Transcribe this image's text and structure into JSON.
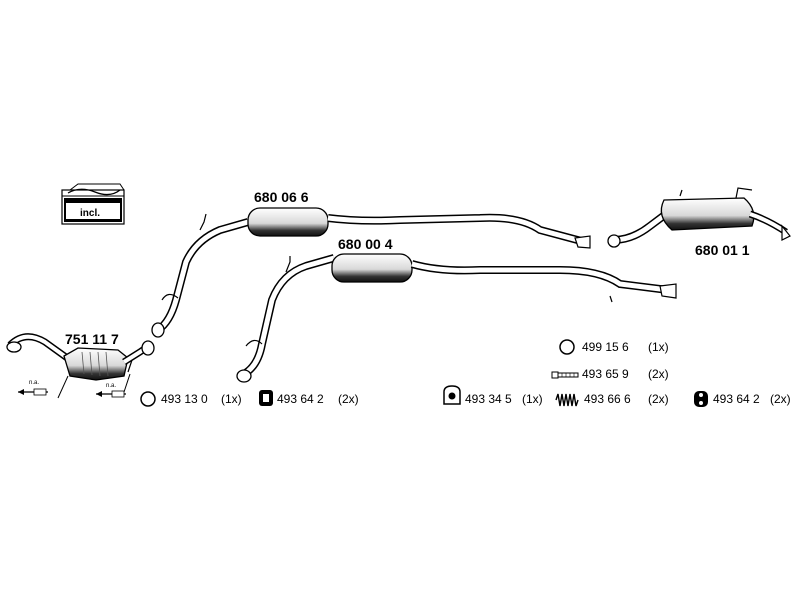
{
  "parts": [
    {
      "id": "cat",
      "number": "751 11 7"
    },
    {
      "id": "front-pipe-muffler",
      "number": "680 06 6"
    },
    {
      "id": "mid-pipe-muffler",
      "number": "680 00 4"
    },
    {
      "id": "rear-muffler",
      "number": "680 01 1"
    }
  ],
  "accessories": [
    {
      "number": "499 15 6",
      "qty": "(1x)",
      "icon": "ring-gasket-icon"
    },
    {
      "number": "493 65 9",
      "qty": "(2x)",
      "icon": "bolt-icon"
    },
    {
      "number": "493 13 0",
      "qty": "(1x)",
      "icon": "ring-gasket-icon"
    },
    {
      "number": "493 64 2",
      "qty": "(2x)",
      "icon": "rubber-hanger-icon"
    },
    {
      "number": "493 34 5",
      "qty": "(1x)",
      "icon": "clamp-icon"
    },
    {
      "number": "493 66 6",
      "qty": "(2x)",
      "icon": "spring-icon"
    },
    {
      "number": "493 64 2",
      "qty": "(2x)",
      "icon": "rubber-hanger-icon"
    }
  ],
  "notes": {
    "included": "incl.",
    "not_available": "n.a."
  }
}
